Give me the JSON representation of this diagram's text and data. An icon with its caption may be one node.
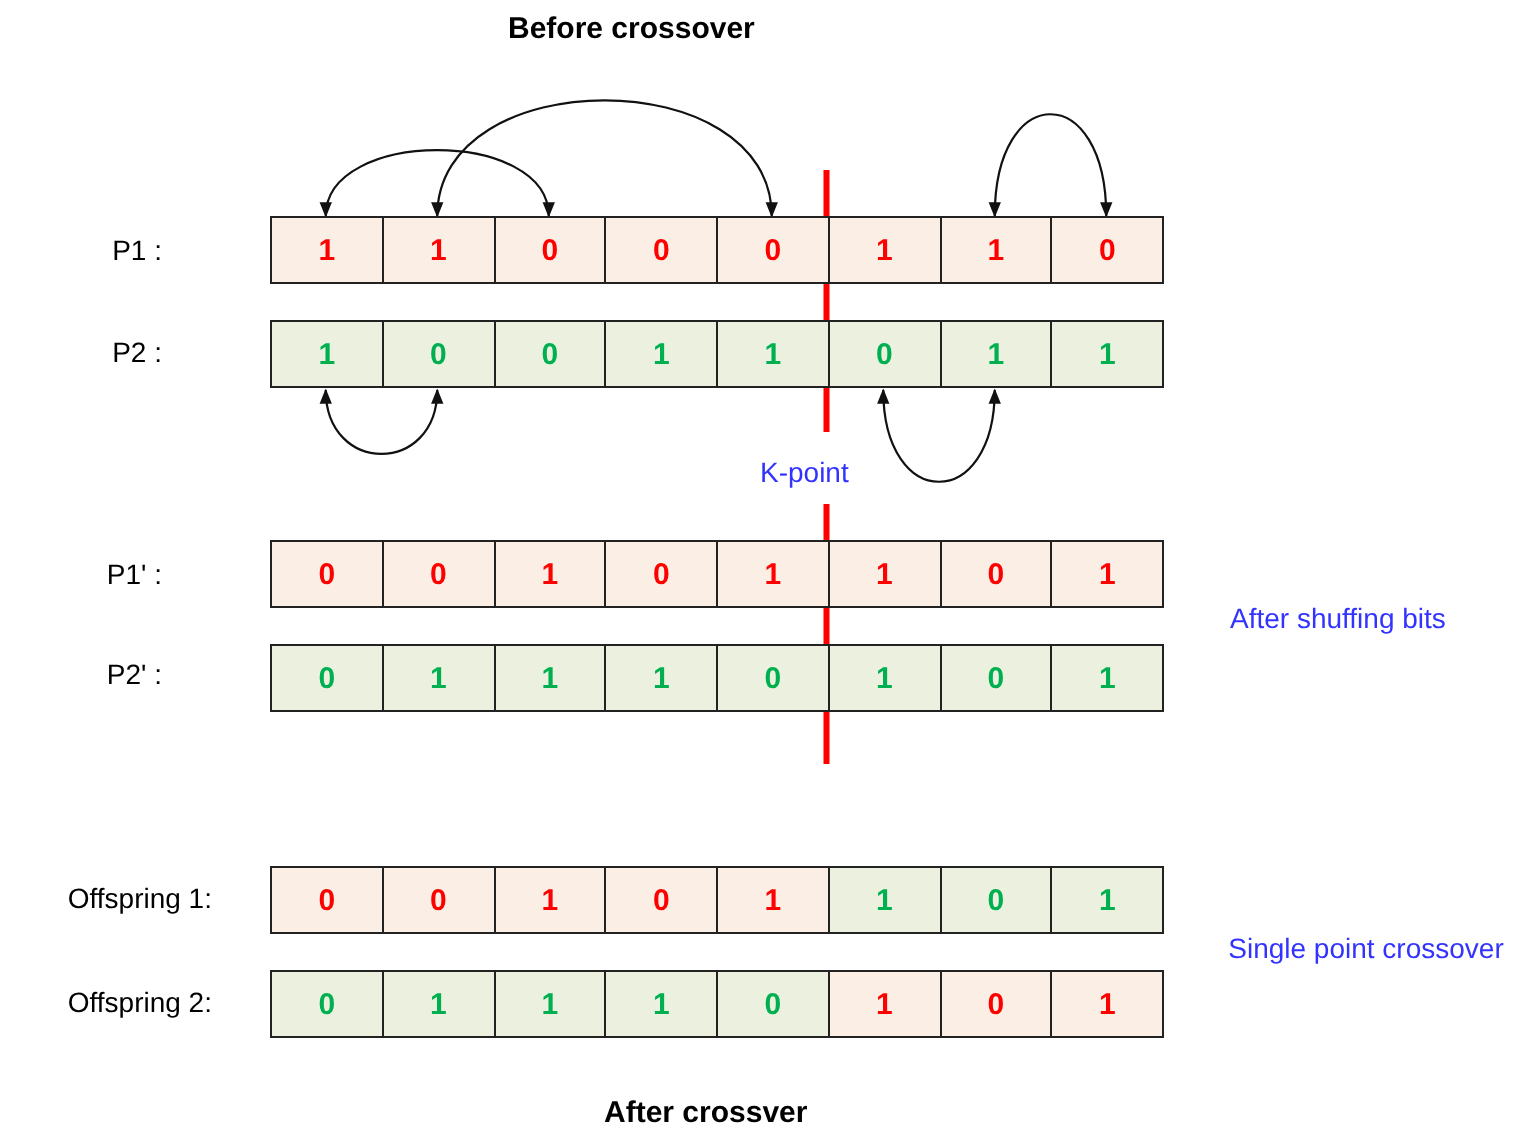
{
  "diagram": {
    "title": "Before crossover",
    "caption": "After crossver",
    "nodes": [
      {
        "text": [
          "1"
        ]
      },
      {
        "text": [
          "1"
        ]
      },
      {
        "text": [
          "0"
        ]
      },
      {
        "text": [
          "0"
        ]
      },
      {
        "text": [
          "0"
        ]
      },
      {
        "text": [
          "1"
        ]
      },
      {
        "text": [
          "1"
        ]
      },
      {
        "text": [
          "0"
        ]
      },
      {
        "text": [
          "1"
        ]
      },
      {
        "text": [
          "0"
        ]
      },
      {
        "text": [
          "0"
        ]
      },
      {
        "text": [
          "1"
        ]
      },
      {
        "text": [
          "1"
        ]
      },
      {
        "text": [
          "0"
        ]
      },
      {
        "text": [
          "1"
        ]
      },
      {
        "text": [
          "1"
        ]
      },
      {
        "text": [
          "0"
        ]
      },
      {
        "text": [
          "0"
        ]
      },
      {
        "text": [
          "1"
        ]
      },
      {
        "text": [
          "0"
        ]
      },
      {
        "text": [
          "1"
        ]
      },
      {
        "text": [
          "1"
        ]
      },
      {
        "text": [
          "0"
        ]
      },
      {
        "text": [
          "1"
        ]
      },
      {
        "text": [
          "0"
        ]
      },
      {
        "text": [
          "1"
        ]
      },
      {
        "text": [
          "1"
        ]
      },
      {
        "text": [
          "1"
        ]
      },
      {
        "text": [
          "0"
        ]
      },
      {
        "text": [
          "1"
        ]
      },
      {
        "text": [
          "0"
        ]
      },
      {
        "text": [
          "1"
        ]
      },
      {
        "text": [
          "0"
        ]
      },
      {
        "text": [
          "0"
        ]
      },
      {
        "text": [
          "1"
        ]
      },
      {
        "text": [
          "0"
        ]
      },
      {
        "text": [
          "1"
        ]
      },
      {
        "text": [
          "1"
        ]
      },
      {
        "text": [
          "0"
        ]
      },
      {
        "text": [
          "1"
        ]
      },
      {
        "text": [
          "0"
        ]
      },
      {
        "text": [
          "1"
        ]
      },
      {
        "text": [
          "1"
        ]
      },
      {
        "text": [
          "1"
        ]
      },
      {
        "text": [
          "0"
        ]
      },
      {
        "text": [
          "1"
        ]
      },
      {
        "text": [
          "0"
        ]
      },
      {
        "text": [
          "1"
        ]
      }
    ],
    "edges": [
      {
        "from": 0,
        "to": 2,
        "arrow": "both"
      },
      {
        "from": 1,
        "to": 4,
        "arrow": "both"
      },
      {
        "from": 6,
        "to": 7,
        "arrow": "both"
      },
      {
        "from": 8,
        "to": 9,
        "arrow": "both"
      },
      {
        "from": 13,
        "to": 14,
        "arrow": "both"
      }
    ],
    "labels": [
      "P1 :",
      "P2 :",
      "K-point",
      "P1' :",
      "P2' :",
      "After shuffing bits",
      "Offspring 1:",
      "Offspring 2:",
      "Single point crossover"
    ]
  }
}
